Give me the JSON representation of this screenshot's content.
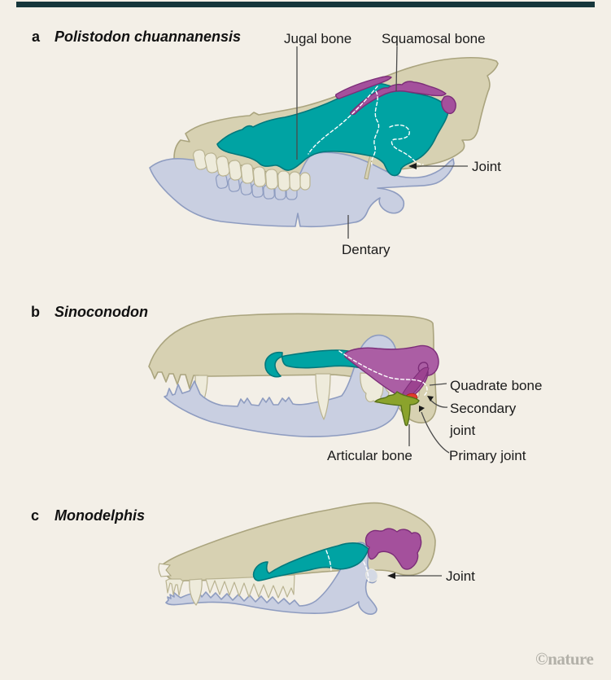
{
  "figure": {
    "background": "#f3efe7",
    "toprule_color": "#16363b",
    "watermark": "©nature",
    "panels": {
      "a": {
        "letter": "a",
        "species": "Polistodon chuannanensis",
        "labels": {
          "jugal": "Jugal bone",
          "squamosal": "Squamosal bone",
          "joint": "Joint",
          "dentary": "Dentary"
        }
      },
      "b": {
        "letter": "b",
        "species": "Sinoconodon",
        "labels": {
          "quadrate": "Quadrate bone",
          "secondary_joint": "Secondary joint",
          "articular": "Articular bone",
          "primary_joint": "Primary joint"
        }
      },
      "c": {
        "letter": "c",
        "species": "Monodelphis",
        "labels": {
          "joint": "Joint"
        }
      }
    },
    "colors": {
      "cranium": "#d7d1b2",
      "dentary": "#c9cfe1",
      "jugal_squamosal_teal": "#00a3a3",
      "quadrate_purple": "#a4509c",
      "articular_green": "#8ba32c",
      "joint_red": "#e23b2e"
    }
  }
}
